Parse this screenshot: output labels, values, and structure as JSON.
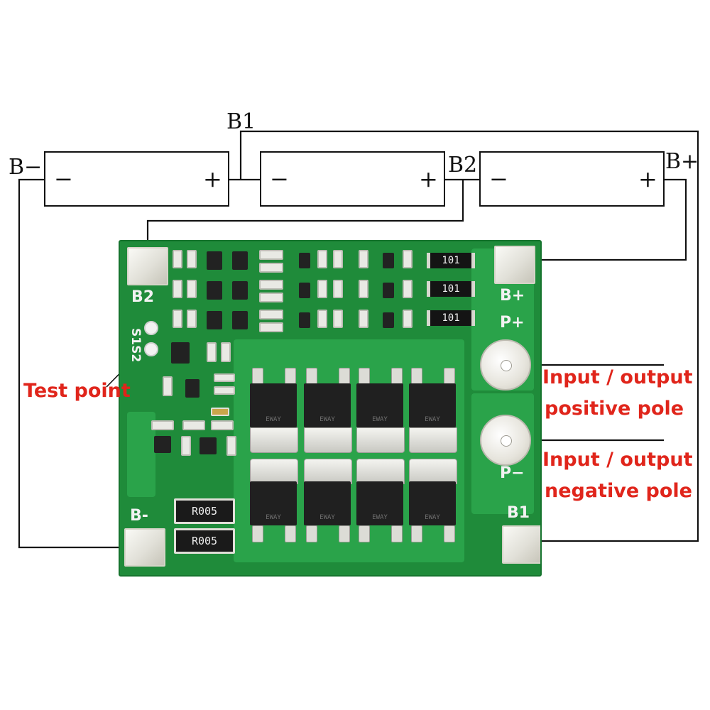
{
  "wire_labels": {
    "b1": "B1",
    "b2": "B2",
    "b_minus": "B−",
    "b_plus": "B+"
  },
  "cells": [
    {
      "neg": "−",
      "pos": "+"
    },
    {
      "neg": "−",
      "pos": "+"
    },
    {
      "neg": "−",
      "pos": "+"
    }
  ],
  "board": {
    "pads": {
      "b2": "B2",
      "b_plus": "B+",
      "p_plus": "P+",
      "p_minus": "P−",
      "b_minus": "B-",
      "b1": "B1"
    },
    "test_point_silk": "S1S2",
    "sense_resistors": [
      "R005",
      "R005"
    ],
    "balance_resistors": [
      "101",
      "101",
      "101"
    ]
  },
  "annotations": {
    "test_point": "Test point",
    "positive": [
      "Input / output",
      "positive pole"
    ],
    "negative": [
      "Input / output",
      "negative pole"
    ]
  },
  "colors": {
    "pcb_green": "#1f8b3a",
    "annotation_red": "#e0251b",
    "wire": "#111111"
  }
}
